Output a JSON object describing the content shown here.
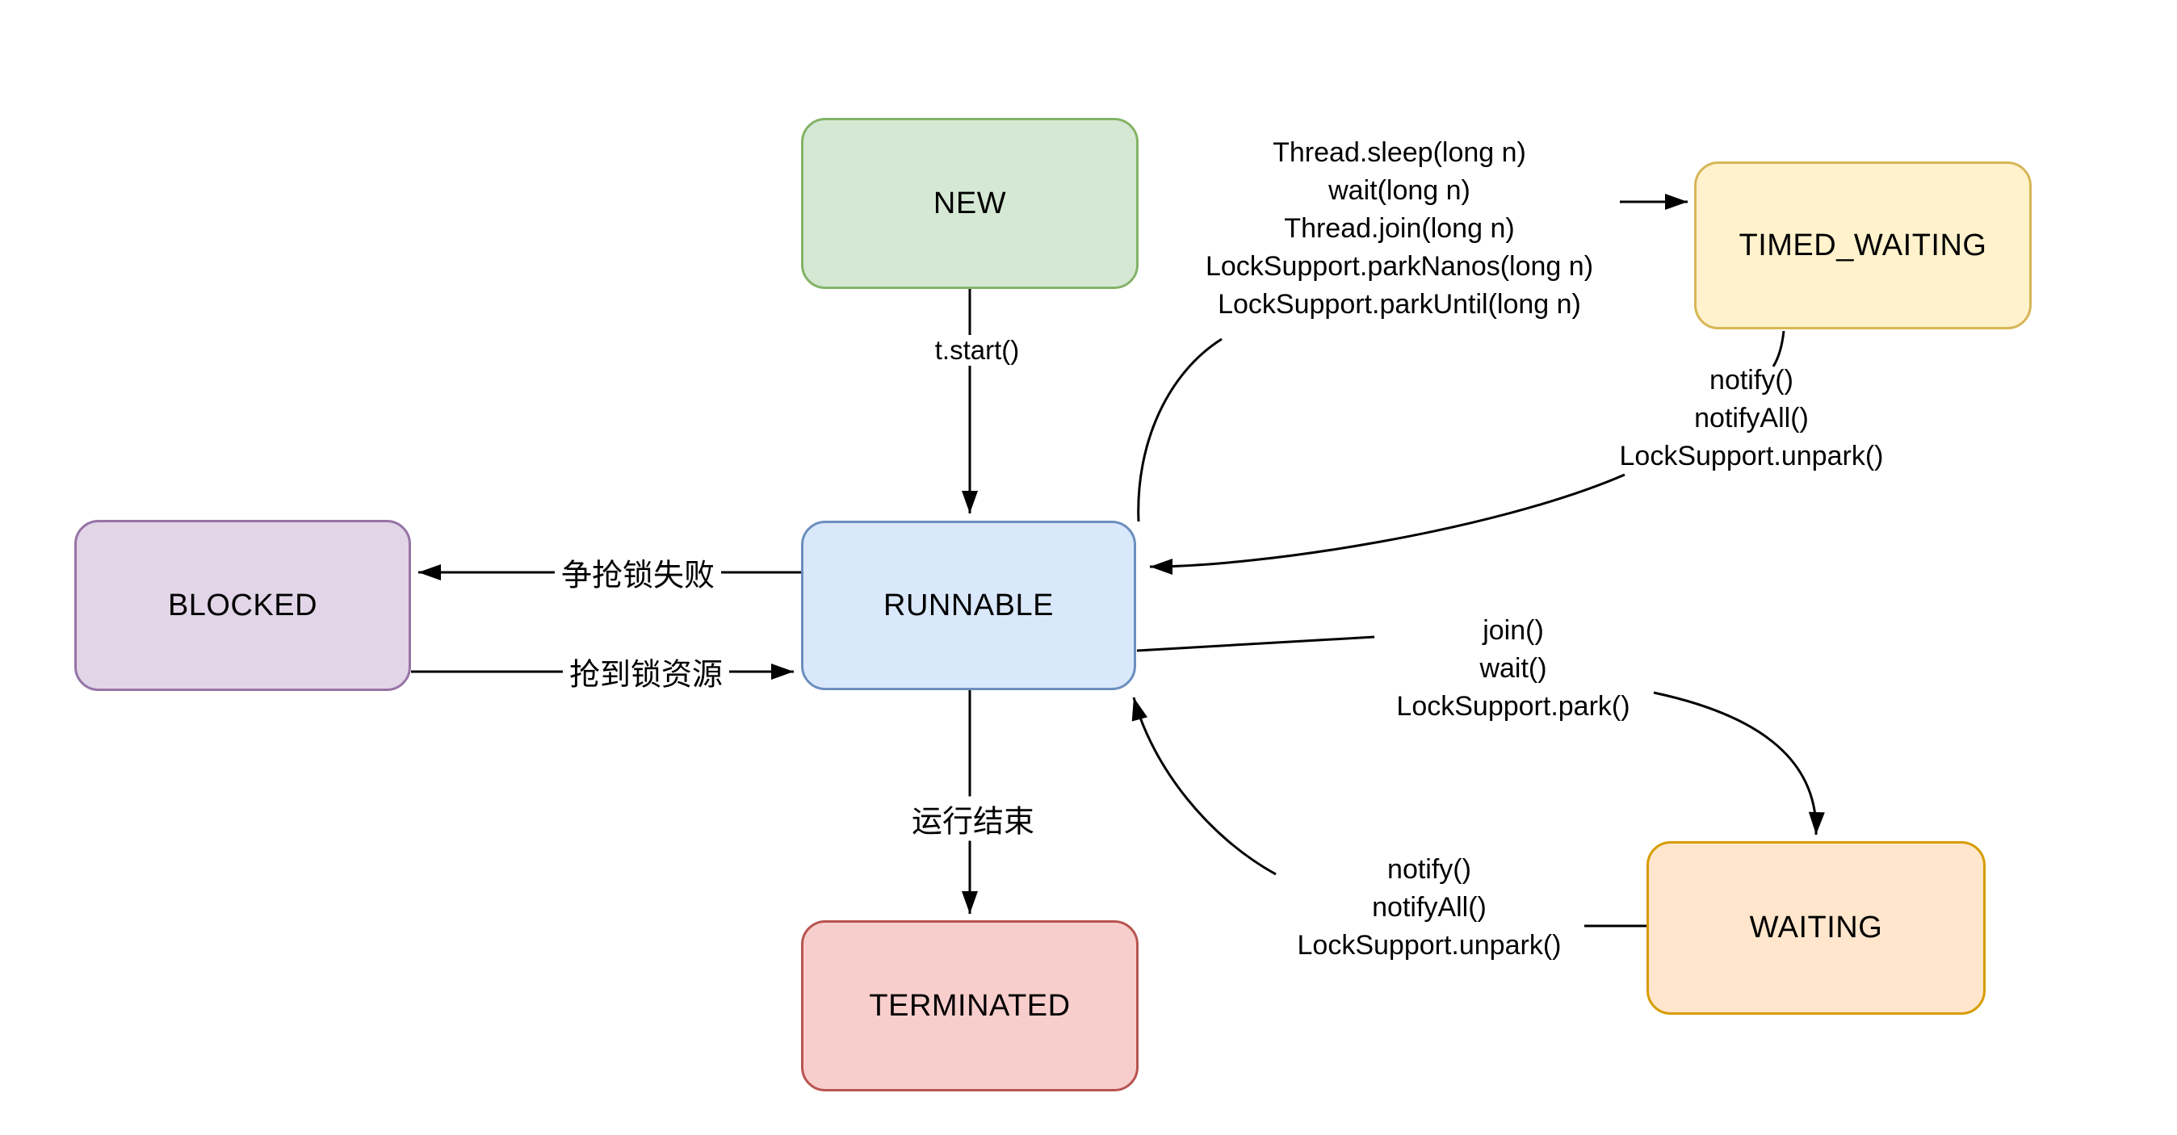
{
  "diagram": {
    "states": [
      {
        "id": "new",
        "label": "NEW",
        "fill": "#d5e8d4",
        "border": "#82b366"
      },
      {
        "id": "runnable",
        "label": "RUNNABLE",
        "fill": "#dae8fc",
        "border": "#6c8ebf"
      },
      {
        "id": "blocked",
        "label": "BLOCKED",
        "fill": "#e1d5e7",
        "border": "#9673a6"
      },
      {
        "id": "timed_waiting",
        "label": "TIMED_WAITING",
        "fill": "#fff2cc",
        "border": "#d6b656"
      },
      {
        "id": "waiting",
        "label": "WAITING",
        "fill": "#ffe6cc",
        "border": "#d79b00"
      },
      {
        "id": "terminated",
        "label": "TERMINATED",
        "fill": "#f8cecc",
        "border": "#b85450"
      }
    ],
    "transitions": {
      "new_to_runnable": "t.start()",
      "runnable_to_terminated": "运行结束",
      "runnable_to_blocked": "争抢锁失败",
      "blocked_to_runnable": "抢到锁资源",
      "runnable_to_timed_waiting": [
        "Thread.sleep(long n)",
        "wait(long n)",
        "Thread.join(long n)",
        "LockSupport.parkNanos(long n)",
        "LockSupport.parkUntil(long n)"
      ],
      "timed_waiting_to_runnable": [
        "notify()",
        "notifyAll()",
        "LockSupport.unpark()"
      ],
      "runnable_to_waiting": [
        "join()",
        "wait()",
        "LockSupport.park()"
      ],
      "waiting_to_runnable": [
        "notify()",
        "notifyAll()",
        "LockSupport.unpark()"
      ]
    },
    "edge_color": "#000000"
  }
}
